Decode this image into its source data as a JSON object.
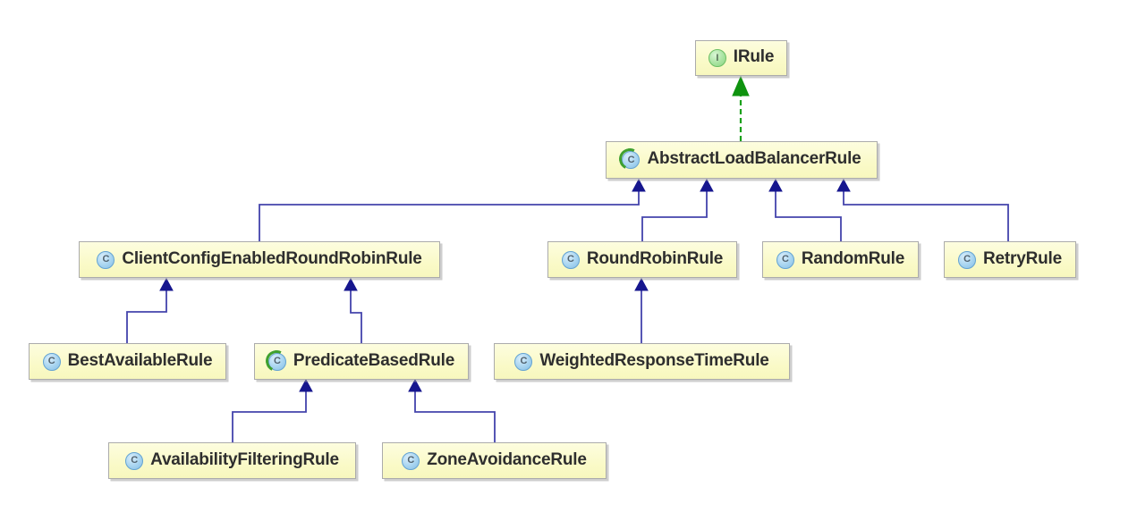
{
  "diagram": {
    "kind": "uml-class-hierarchy",
    "colors": {
      "node_fill": "#FAFAC8",
      "node_border": "#ABABAB",
      "extends_line": "#4444AC",
      "extends_arrowhead": "#16168E",
      "implements_line": "#1BA11B",
      "implements_arrowhead": "#0F930F",
      "class_icon": "#A7D4F0",
      "interface_icon": "#A8E3A0",
      "abstract_marker": "#3FA02F",
      "label_text": "#2E2E2E"
    },
    "nodes": [
      {
        "id": "irule",
        "label": "IRule",
        "stereotype": "interface",
        "icon": "interface-icon",
        "icon_letter": "I"
      },
      {
        "id": "abstract-load-balancer-rule",
        "label": "AbstractLoadBalancerRule",
        "stereotype": "abstract class",
        "icon": "abstract-class-icon",
        "icon_letter": "C"
      },
      {
        "id": "client-config-enabled-round-robin-rule",
        "label": "ClientConfigEnabledRoundRobinRule",
        "stereotype": "class",
        "icon": "class-icon",
        "icon_letter": "C"
      },
      {
        "id": "round-robin-rule",
        "label": "RoundRobinRule",
        "stereotype": "class",
        "icon": "class-icon",
        "icon_letter": "C"
      },
      {
        "id": "random-rule",
        "label": "RandomRule",
        "stereotype": "class",
        "icon": "class-icon",
        "icon_letter": "C"
      },
      {
        "id": "retry-rule",
        "label": "RetryRule",
        "stereotype": "class",
        "icon": "class-icon",
        "icon_letter": "C"
      },
      {
        "id": "best-available-rule",
        "label": "BestAvailableRule",
        "stereotype": "class",
        "icon": "class-icon",
        "icon_letter": "C"
      },
      {
        "id": "predicate-based-rule",
        "label": "PredicateBasedRule",
        "stereotype": "abstract class",
        "icon": "abstract-class-icon",
        "icon_letter": "C"
      },
      {
        "id": "weighted-response-time-rule",
        "label": "WeightedResponseTimeRule",
        "stereotype": "class",
        "icon": "class-icon",
        "icon_letter": "C"
      },
      {
        "id": "availability-filtering-rule",
        "label": "AvailabilityFilteringRule",
        "stereotype": "class",
        "icon": "class-icon",
        "icon_letter": "C"
      },
      {
        "id": "zone-avoidance-rule",
        "label": "ZoneAvoidanceRule",
        "stereotype": "class",
        "icon": "class-icon",
        "icon_letter": "C"
      }
    ],
    "edges": [
      {
        "from": "AbstractLoadBalancerRule",
        "to": "IRule",
        "relation": "implements",
        "style": "green-dashed"
      },
      {
        "from": "ClientConfigEnabledRoundRobinRule",
        "to": "AbstractLoadBalancerRule",
        "relation": "extends",
        "style": "blue-solid"
      },
      {
        "from": "RoundRobinRule",
        "to": "AbstractLoadBalancerRule",
        "relation": "extends",
        "style": "blue-solid"
      },
      {
        "from": "RandomRule",
        "to": "AbstractLoadBalancerRule",
        "relation": "extends",
        "style": "blue-solid"
      },
      {
        "from": "RetryRule",
        "to": "AbstractLoadBalancerRule",
        "relation": "extends",
        "style": "blue-solid"
      },
      {
        "from": "BestAvailableRule",
        "to": "ClientConfigEnabledRoundRobinRule",
        "relation": "extends",
        "style": "blue-solid"
      },
      {
        "from": "PredicateBasedRule",
        "to": "ClientConfigEnabledRoundRobinRule",
        "relation": "extends",
        "style": "blue-solid"
      },
      {
        "from": "WeightedResponseTimeRule",
        "to": "RoundRobinRule",
        "relation": "extends",
        "style": "blue-solid"
      },
      {
        "from": "AvailabilityFilteringRule",
        "to": "PredicateBasedRule",
        "relation": "extends",
        "style": "blue-solid"
      },
      {
        "from": "ZoneAvoidanceRule",
        "to": "PredicateBasedRule",
        "relation": "extends",
        "style": "blue-solid"
      }
    ]
  }
}
